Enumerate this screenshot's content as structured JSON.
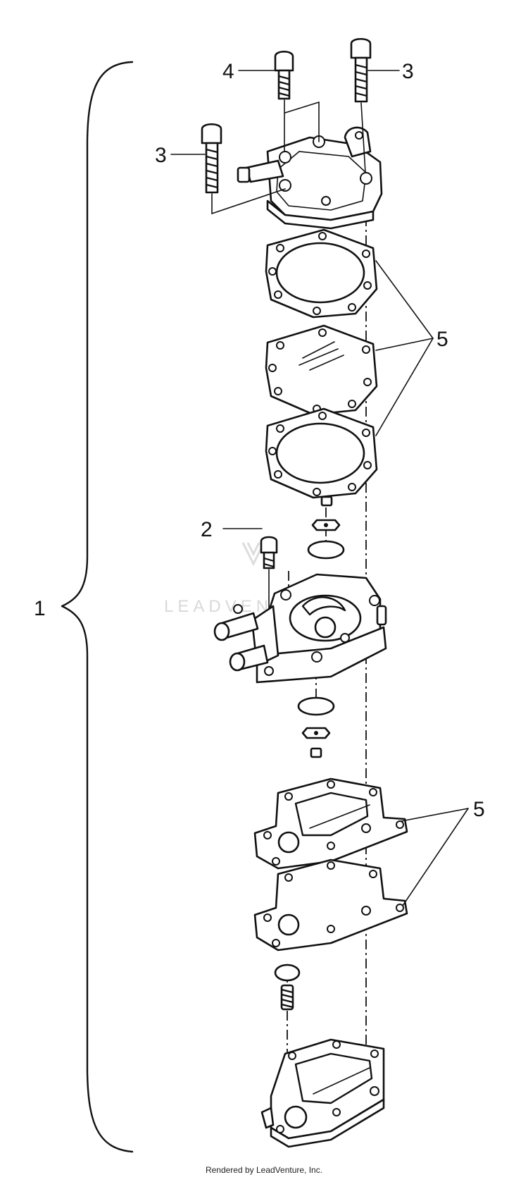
{
  "callouts": {
    "assembly": "1",
    "screw_small": "2",
    "screw_long_right": "3",
    "screw_long_left": "3",
    "screw_top": "4",
    "gaskets_upper": "5",
    "gaskets_lower": "5"
  },
  "watermark": "LEADVENTURE",
  "footer": {
    "credit": "Rendered by LeadVenture, Inc."
  }
}
